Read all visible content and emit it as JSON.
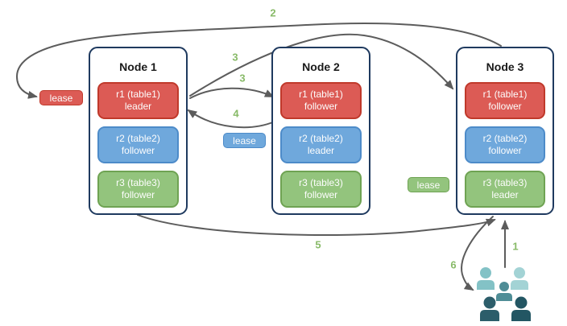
{
  "diagram": {
    "description": "Three database nodes with replica leadership and lease routing flow",
    "nodes": [
      {
        "title": "Node 1",
        "replicas": [
          {
            "name": "r1 (table1)",
            "role": "leader",
            "color": "red"
          },
          {
            "name": "r2 (table2)",
            "role": "follower",
            "color": "blue"
          },
          {
            "name": "r3 (table3)",
            "role": "follower",
            "color": "green"
          }
        ]
      },
      {
        "title": "Node 2",
        "replicas": [
          {
            "name": "r1 (table1)",
            "role": "follower",
            "color": "red"
          },
          {
            "name": "r2 (table2)",
            "role": "leader",
            "color": "blue"
          },
          {
            "name": "r3 (table3)",
            "role": "follower",
            "color": "green"
          }
        ]
      },
      {
        "title": "Node 3",
        "replicas": [
          {
            "name": "r1 (table1)",
            "role": "follower",
            "color": "red"
          },
          {
            "name": "r2 (table2)",
            "role": "follower",
            "color": "blue"
          },
          {
            "name": "r3 (table3)",
            "role": "leader",
            "color": "green"
          }
        ]
      }
    ],
    "leases": [
      {
        "label": "lease",
        "color": "red"
      },
      {
        "label": "lease",
        "color": "blue"
      },
      {
        "label": "lease",
        "color": "green"
      }
    ],
    "steps": {
      "s1": "1",
      "s2": "2",
      "s3a": "3",
      "s3b": "3",
      "s4": "4",
      "s5": "5",
      "s6": "6"
    },
    "colors": {
      "red_fill": "#dc5b55",
      "red_border": "#c0392b",
      "blue_fill": "#6fa8dc",
      "blue_border": "#4d8bc9",
      "green_fill": "#93c47d",
      "green_border": "#6fa353",
      "node_border": "#1f3a5f",
      "arrow": "#5c5c5c",
      "step_label": "#88ba68",
      "users_light": "#83c2c6",
      "users_lighter": "#a3d3d5",
      "users_mid": "#4f8d96",
      "users_dark": "#2c5d6a",
      "users_darkest": "#235663"
    }
  }
}
